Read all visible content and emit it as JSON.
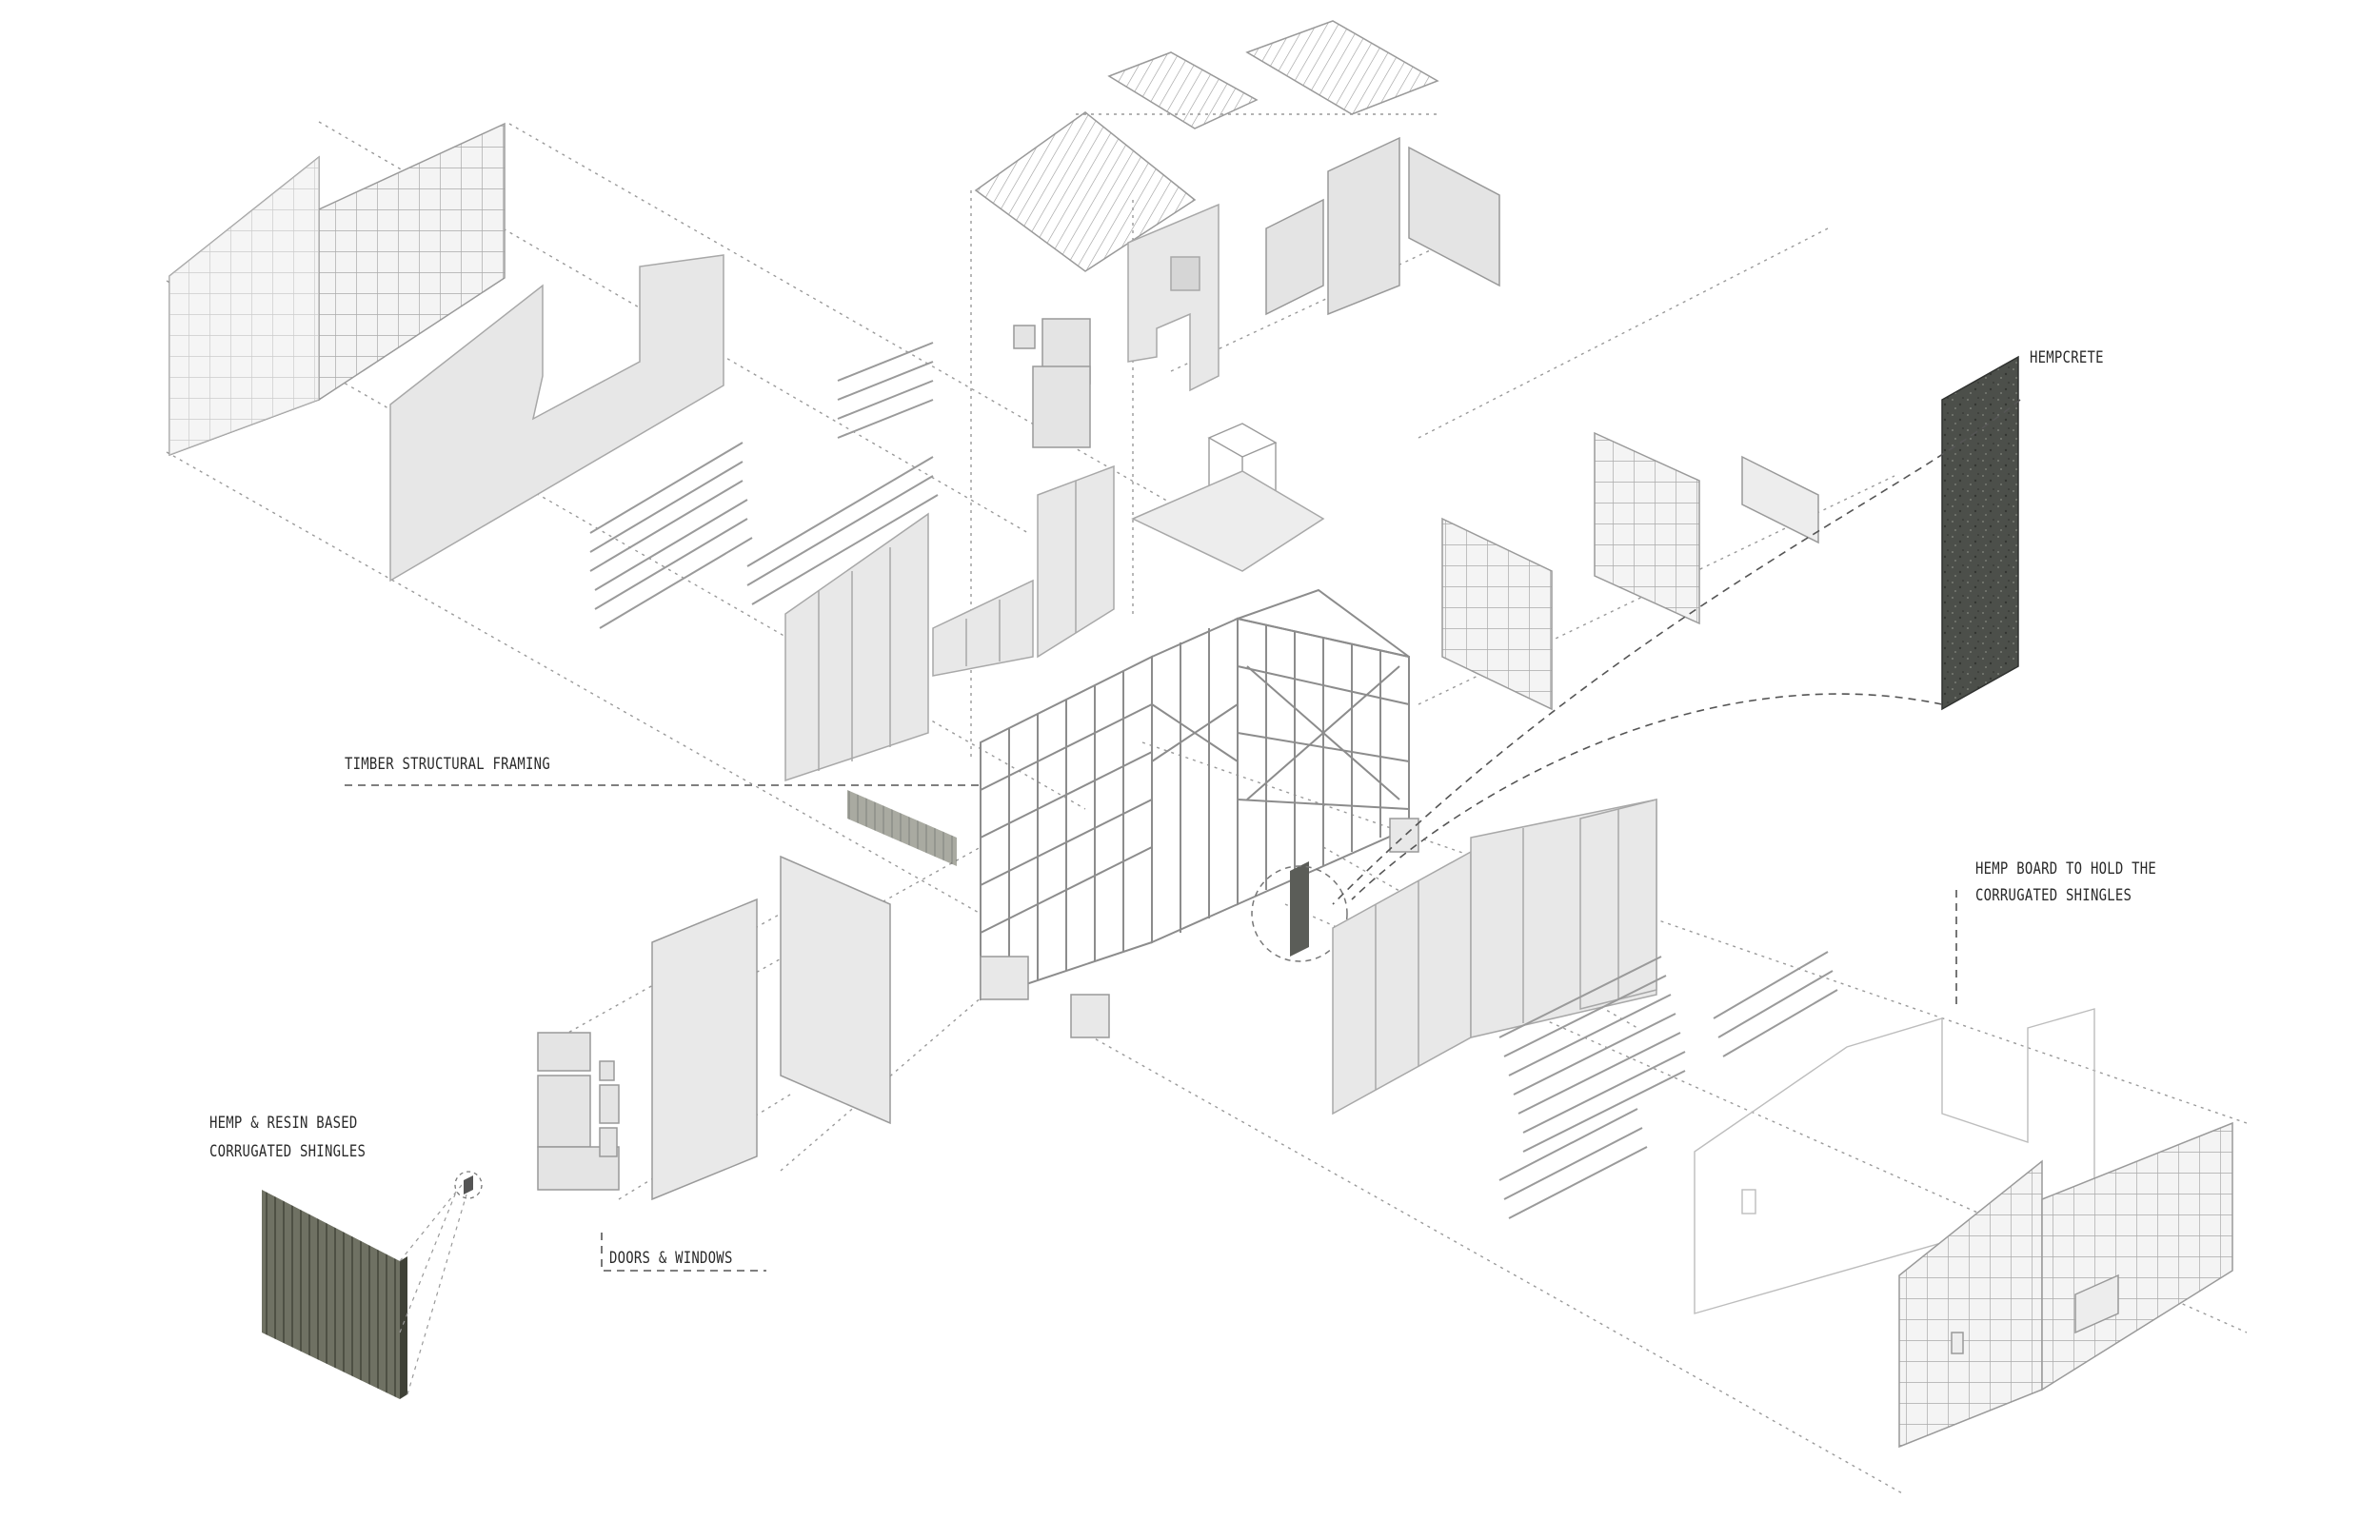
{
  "labels": {
    "hempcrete": "HEMPCRETE",
    "timber_framing": "TIMBER STRUCTURAL FRAMING",
    "hemp_board_line1": "HEMP BOARD TO HOLD THE",
    "hemp_board_line2": "CORRUGATED SHINGLES",
    "shingles_line1": "HEMP & RESIN BASED",
    "shingles_line2": "CORRUGATED SHINGLES",
    "doors_windows": "DOORS & WINDOWS"
  },
  "colors": {
    "line": "#9a9a9a",
    "panel_fill": "#e9e9e9",
    "panel_stroke": "#a8a8a8",
    "hempcrete": "#4c4f4a",
    "shingle": "#6f7163",
    "label": "#2a2a2a"
  }
}
